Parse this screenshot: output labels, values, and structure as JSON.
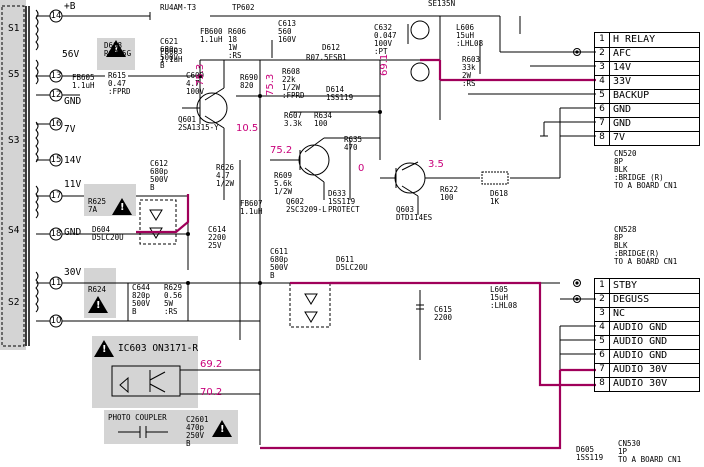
{
  "transformer": {
    "windings": [
      "S1",
      "S5",
      "S3",
      "S4",
      "S2"
    ],
    "pins": [
      "14",
      "13",
      "12",
      "16",
      "15",
      "17",
      "18",
      "11",
      "10"
    ],
    "pin_labels": {
      "p13": "56V",
      "p12": "GND",
      "p16": "7V",
      "p15": "14V",
      "p17": "11V",
      "p18": "GND",
      "p11": "30V"
    },
    "plus_b": "+B"
  },
  "top_parts": {
    "ru4am": "RU4AM-T3",
    "tp602": "TP602",
    "se135n": "SE135N",
    "c613": "C613\n560\n160V",
    "c632": "C632\n0.047\n100V\n:PT",
    "l606": "L606\n15uH\n:LHL08",
    "r603": "R603\n33k\n2W\n:RS"
  },
  "parts": {
    "d608": "D608\nRGP15G",
    "fb605": "FB605\n1.1uH",
    "r615": "R615\n0.47\n:FPRD",
    "c621": "C621\n680p\n500V\nB",
    "fb603": "FB603\n1.1uH",
    "fb600": "FB600\n1.1uH",
    "r606": "R606\n18\n1W\n:RS",
    "c609": "C609\n4.7\n100V",
    "r690": "R690\n820",
    "q601": "Q601\n2SA1315-Y",
    "d612": "D612",
    "r07": "R07.5ESB1",
    "r608": "R608\n22k\n1/2W\n:FPRD",
    "d614": "D614\n1SS119",
    "r607": "R607\n3.3k",
    "r634": "R634\n100",
    "r635": "R635\n470",
    "q602": "Q602\n2SC3209-L",
    "d633": "D633\n1SS119\nPROTECT",
    "q603": "Q603\nDTD114ES",
    "r622": "R622\n100",
    "d618": "D618\n1K",
    "r625": "R625\n7A",
    "c612": "C612\n680p\n500V\nB",
    "d604": "D604\nD5LC20U",
    "r626": "R626\n4.7\n1/2W",
    "r609": "R609\n5.6k\n1/2W",
    "fb607": "FB607\n1.1uH",
    "c614": "C614\n2200\n25V",
    "c611": "C611\n680p\n500V\nB",
    "d611": "D611\nD5LC20U",
    "r624": "R624",
    "c644": "C644\n820p\n500V\nB",
    "r629": "R629\n0.56\n5W\n:RS",
    "l605": "L605\n15uH\n:LHL08",
    "c615": "C615\n2200",
    "ic603": "IC603\nON3171-R",
    "photo": "PHOTO COUPLER",
    "c2601": "C2601\n470p\n250V\nB",
    "d605": "D605\n1SS119"
  },
  "voltages": [
    "75.3",
    "75.3",
    "10.5",
    "75.2",
    "0",
    "3.5",
    "69.1",
    "69.2",
    "70.2"
  ],
  "cn520": {
    "header": "CN520\n8P\nBLK\n:BRIDGE (R)\nTO A BOARD CN1",
    "rows": [
      {
        "num": "1",
        "label": "H RELAY"
      },
      {
        "num": "2",
        "label": "AFC"
      },
      {
        "num": "3",
        "label": "14V"
      },
      {
        "num": "4",
        "label": "33V"
      },
      {
        "num": "5",
        "label": "BACKUP"
      },
      {
        "num": "6",
        "label": "GND"
      },
      {
        "num": "7",
        "label": "GND"
      },
      {
        "num": "8",
        "label": "7V"
      }
    ]
  },
  "cn528": {
    "header": "CN528\n8P\nBLK\n:BRIDGE(R)\nTO A BOARD CN1",
    "rows": [
      {
        "num": "1",
        "label": "STBY"
      },
      {
        "num": "2",
        "label": "DEGUSS"
      },
      {
        "num": "3",
        "label": "NC"
      },
      {
        "num": "4",
        "label": "AUDIO GND"
      },
      {
        "num": "5",
        "label": "AUDIO GND"
      },
      {
        "num": "6",
        "label": "AUDIO GND"
      },
      {
        "num": "7",
        "label": "AUDIO 30V"
      },
      {
        "num": "8",
        "label": "AUDIO 30V"
      }
    ]
  },
  "cn530": "CN530\n1P\nTO A BOARD CN1",
  "colors": {
    "trace": "#a0005a",
    "voltage": "#c8007a",
    "grey": "#d4d4d4"
  }
}
